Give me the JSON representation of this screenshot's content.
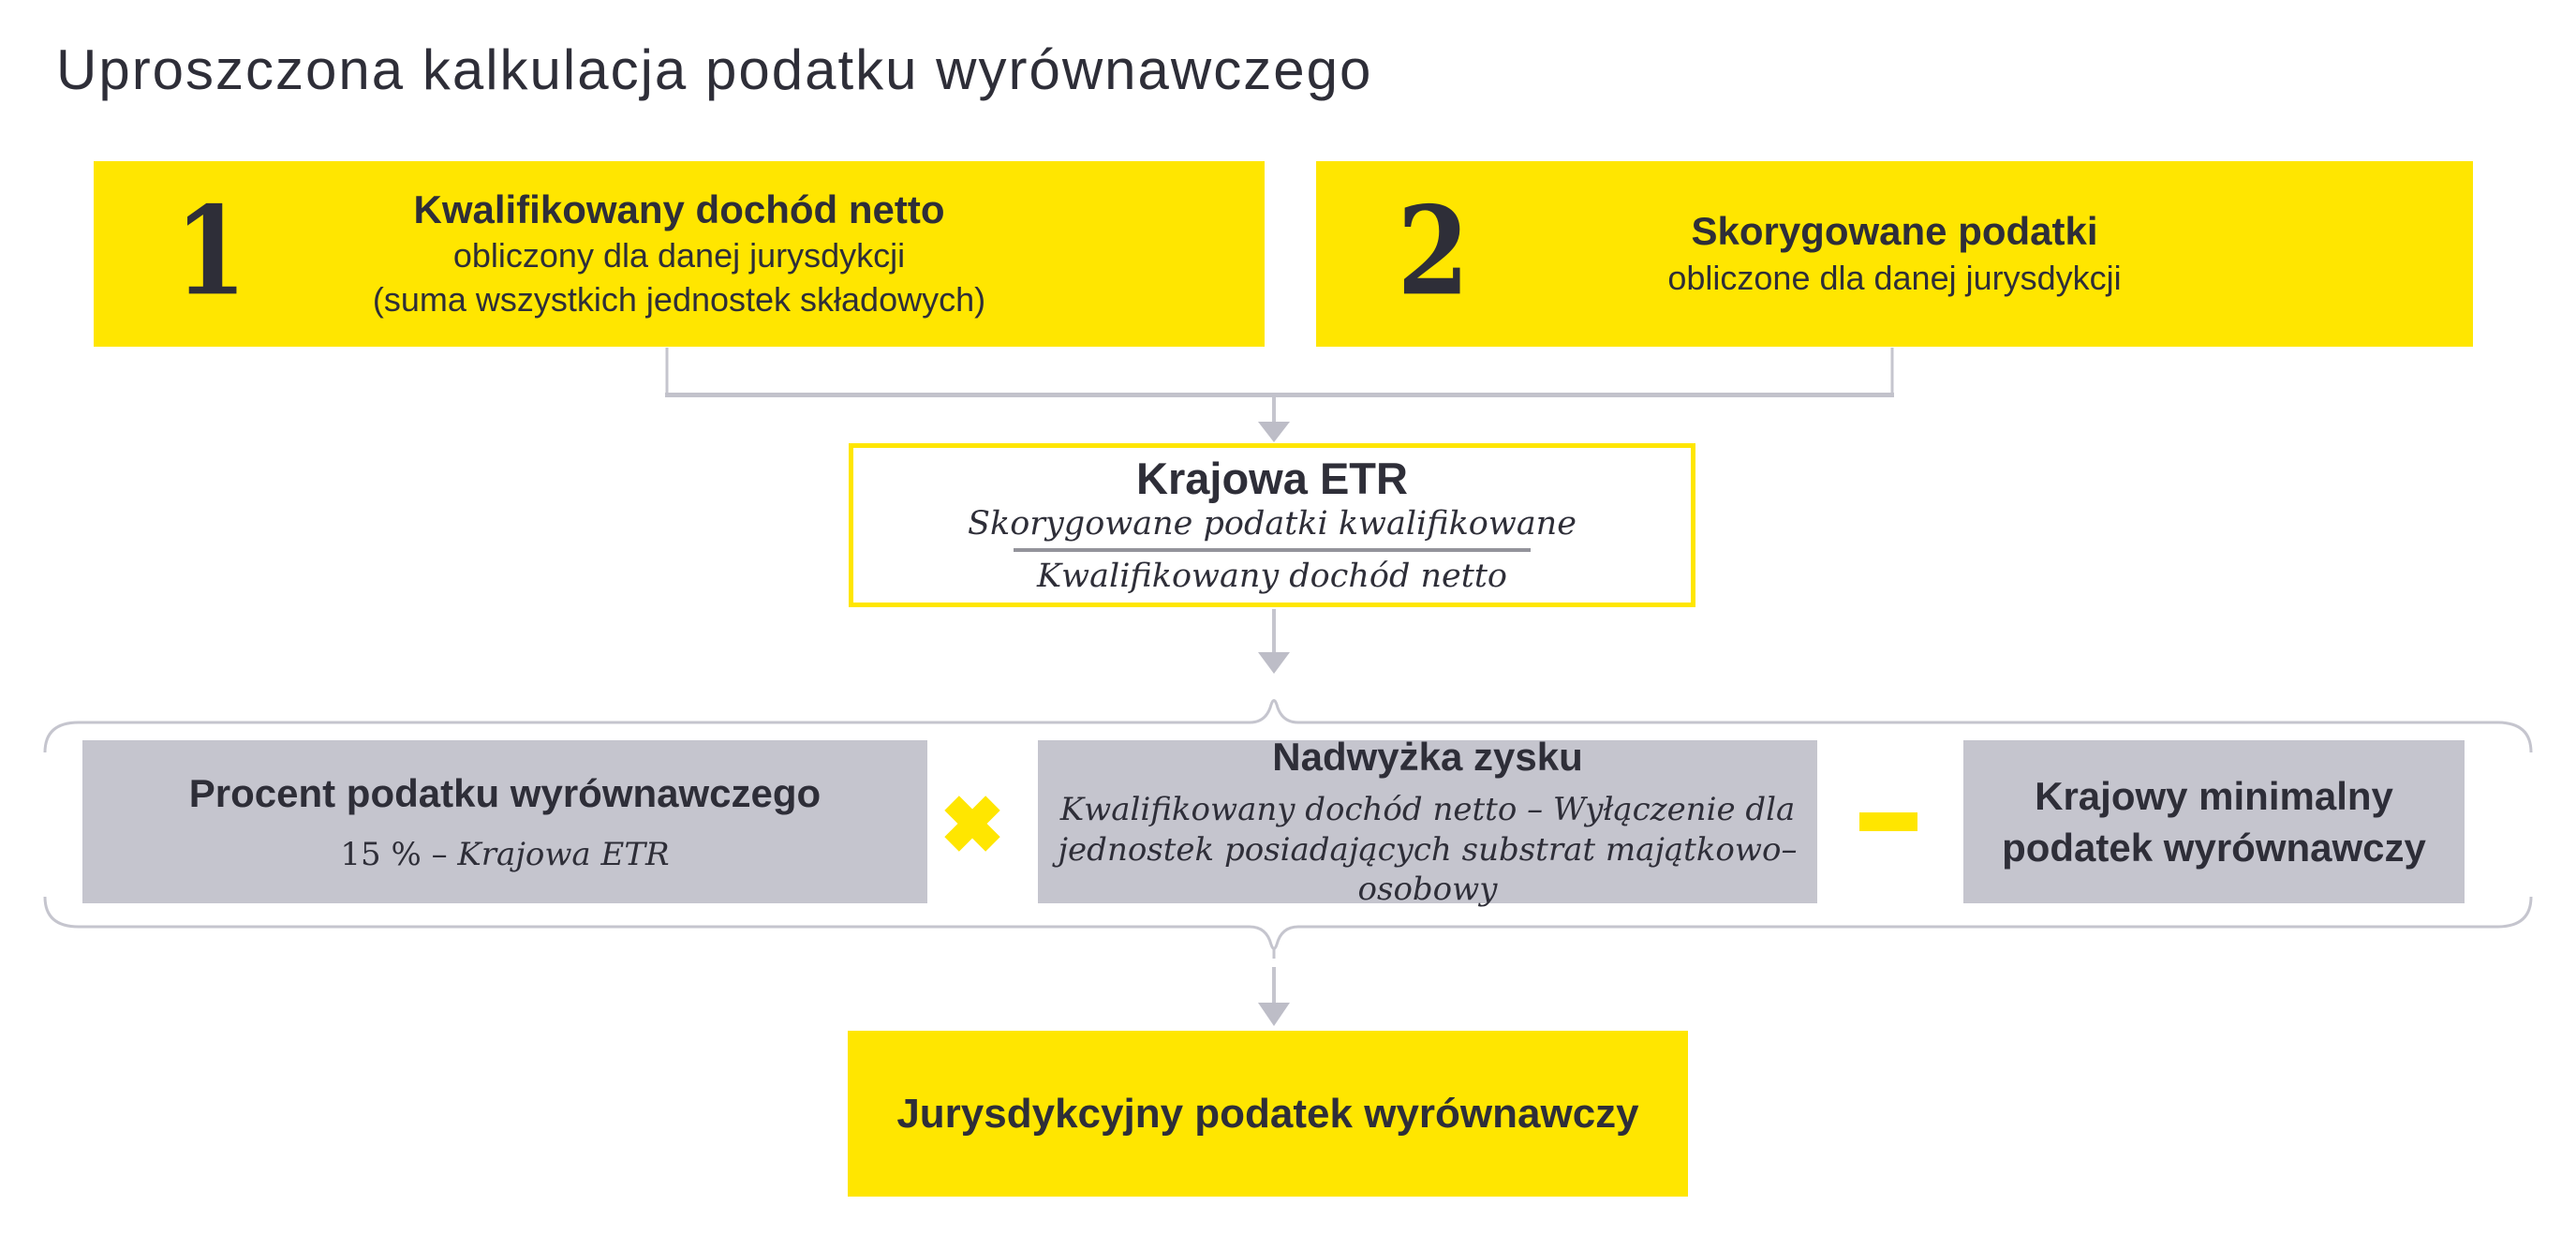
{
  "page_title": "Uproszczona kalkulacja podatku wyrównawczego",
  "step1": {
    "number": "1",
    "title": "Kwalifikowany dochód netto",
    "line1": "obliczony dla danej jurysdykcji",
    "line2": "(suma wszystkich jednostek składowych)"
  },
  "step2": {
    "number": "2",
    "title": "Skorygowane podatki",
    "line1": "obliczone dla danej jurysdykcji"
  },
  "etr_box": {
    "title": "Krajowa ETR",
    "numerator": "Skorygowane podatki kwalifikowane",
    "denominator": "Kwalifikowany dochód netto"
  },
  "percent_box": {
    "title": "Procent podatku wyrównawczego",
    "formula_prefix": "15 % – ",
    "formula_italic": "Krajowa ETR"
  },
  "excess_box": {
    "title": "Nadwyżka zysku",
    "formula_line1": "Kwalifikowany dochód netto – Wyłączenie dla",
    "formula_line2": "jednostek posiadających substrat majątkowo–osobowy"
  },
  "domestic_box": {
    "line1": "Krajowy minimalny",
    "line2": "podatek wyrównawczy"
  },
  "result_box": {
    "title": "Jurysdykcyjny podatek wyrównawczy"
  },
  "operators": {
    "multiply": "×",
    "minus": "−"
  },
  "colors": {
    "accent_yellow": "#FFE600",
    "box_gray": "#C5C5CE",
    "text_dark": "#2E2E38",
    "connector_gray": "#C5C5CE"
  }
}
